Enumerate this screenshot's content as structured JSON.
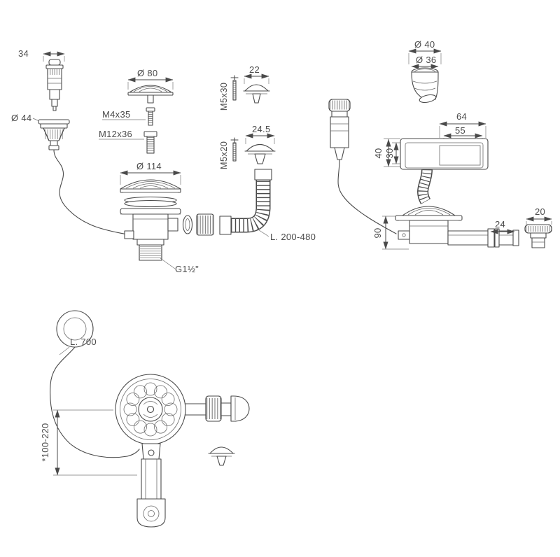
{
  "labels": {
    "d34": "34",
    "d44": "Ø 44",
    "d80": "Ø 80",
    "m4x35": "M4x35",
    "m12x36": "M12x36",
    "d114": "Ø 114",
    "thread": "G1½\"",
    "d22": "22",
    "m5x30": "M5x30",
    "d24_5": "24.5",
    "m5x20": "M5x20",
    "hose_length": "L. 200-480",
    "d40_outer": "Ø 40",
    "d36_outer": "Ø 36",
    "d64": "64",
    "d55": "55",
    "d40": "40",
    "d30": "30",
    "d90": "90",
    "d24": "24",
    "d20": "20",
    "cable_length": "L. 700",
    "install_height": "*100-220"
  }
}
